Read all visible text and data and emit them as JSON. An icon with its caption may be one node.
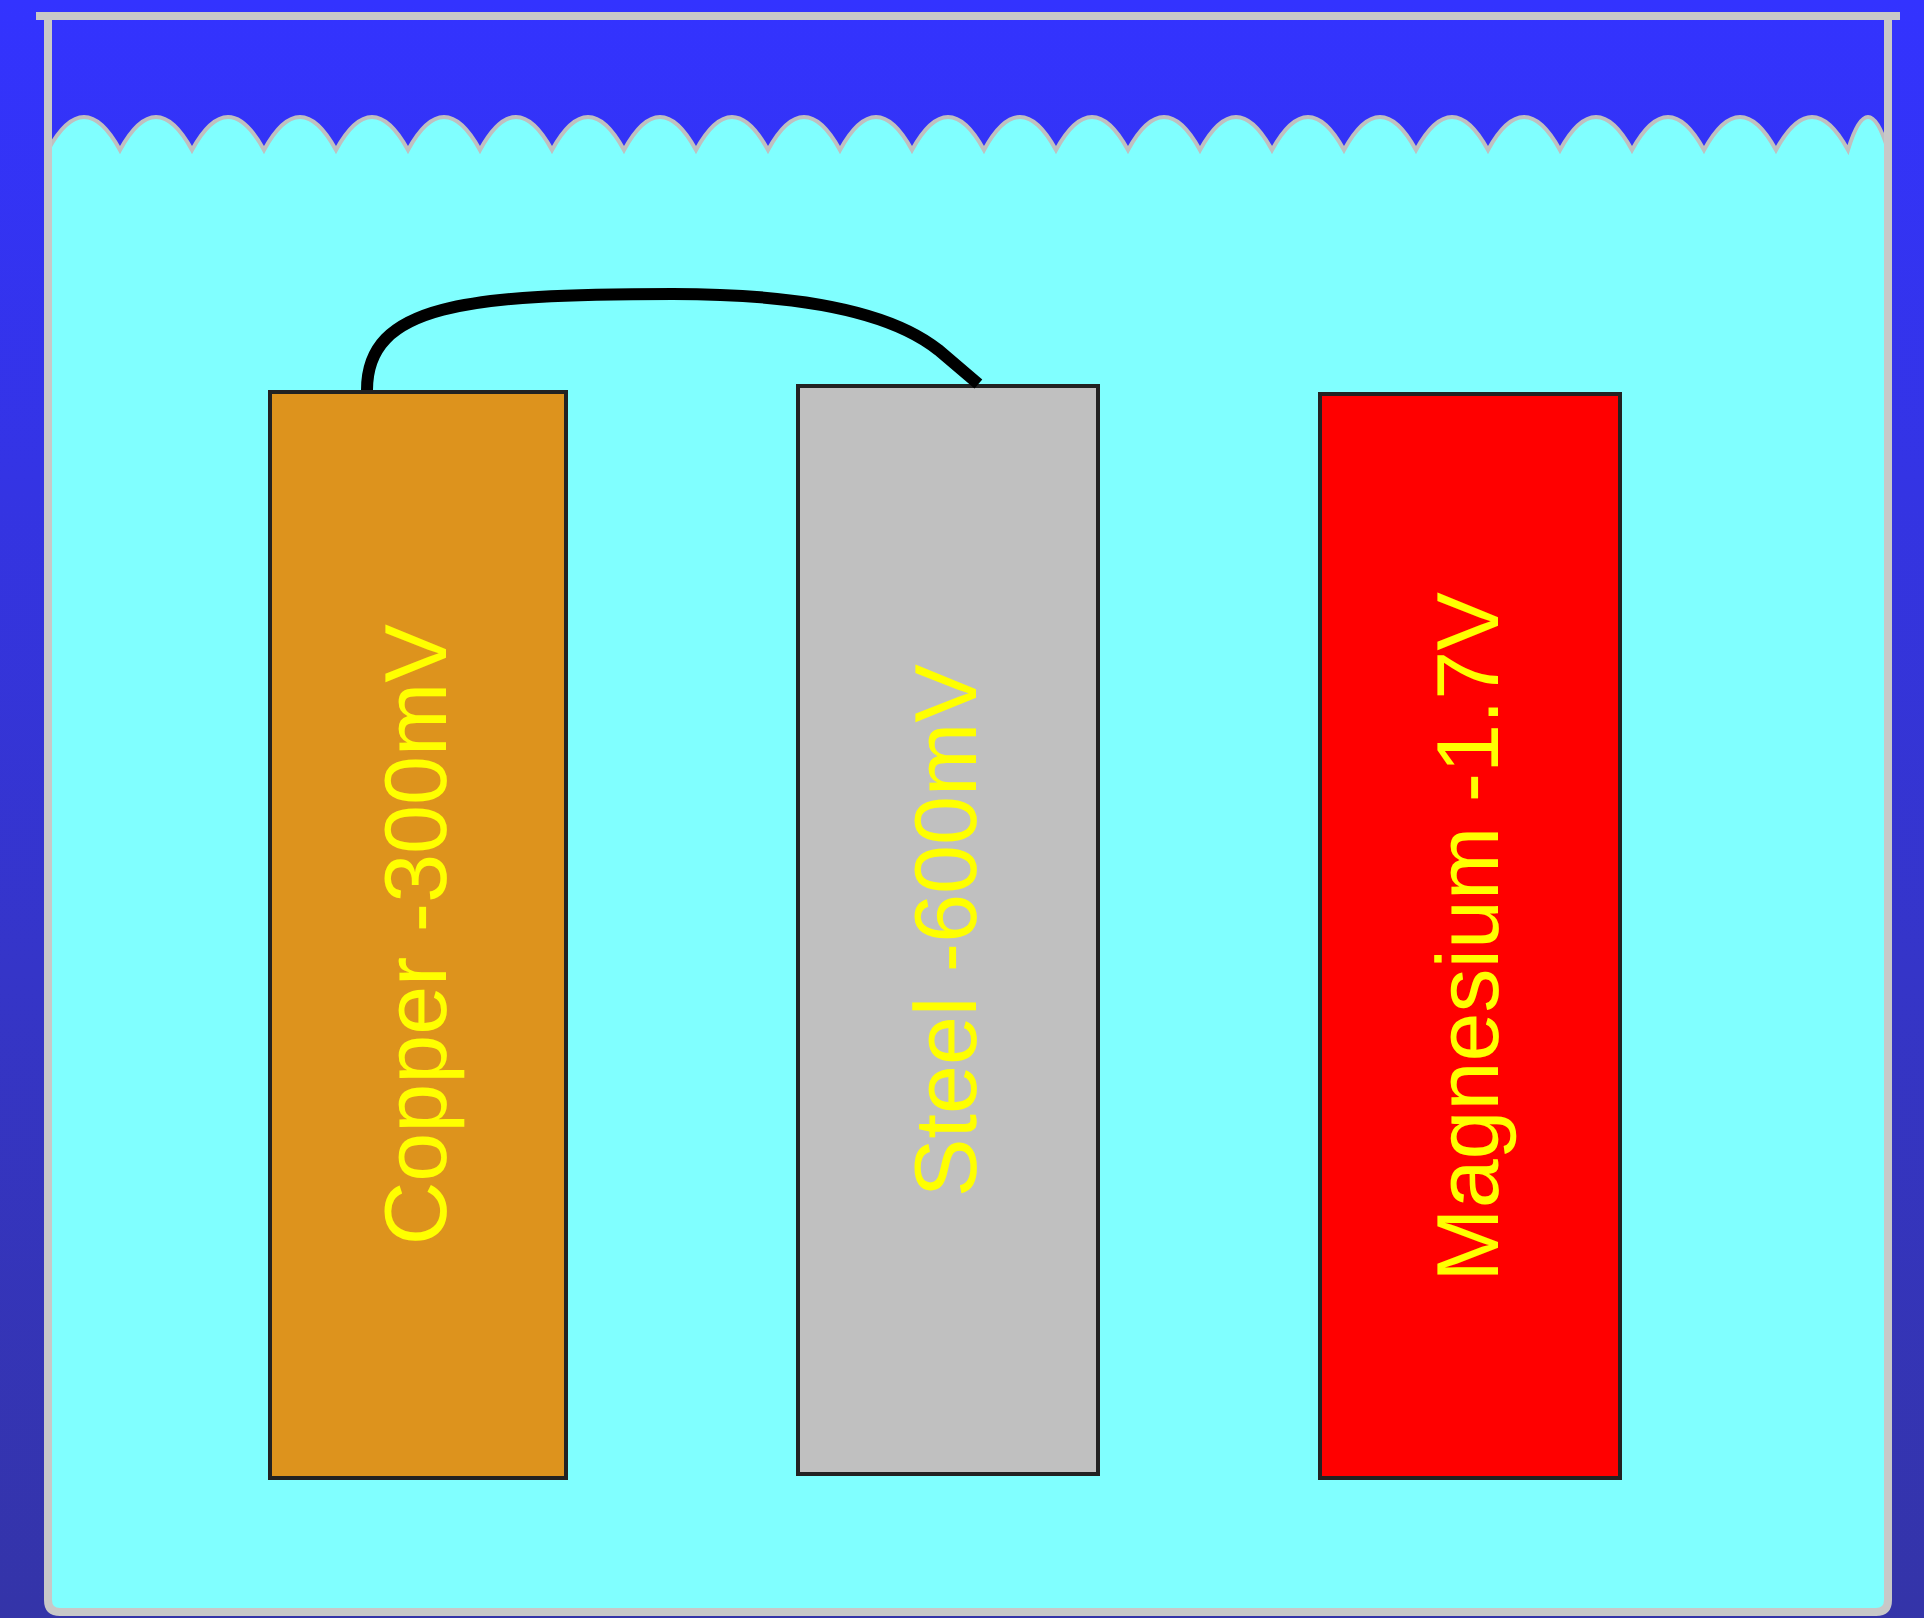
{
  "diagram": {
    "nodes": [
      {
        "text": [
          "Copper -300mV"
        ]
      },
      {
        "text": [
          "Steel -600mV"
        ]
      },
      {
        "text": [
          "Magnesium -1.7V"
        ]
      }
    ],
    "edges": [
      {
        "from": 0,
        "to": 1,
        "arrow": "none"
      }
    ]
  }
}
